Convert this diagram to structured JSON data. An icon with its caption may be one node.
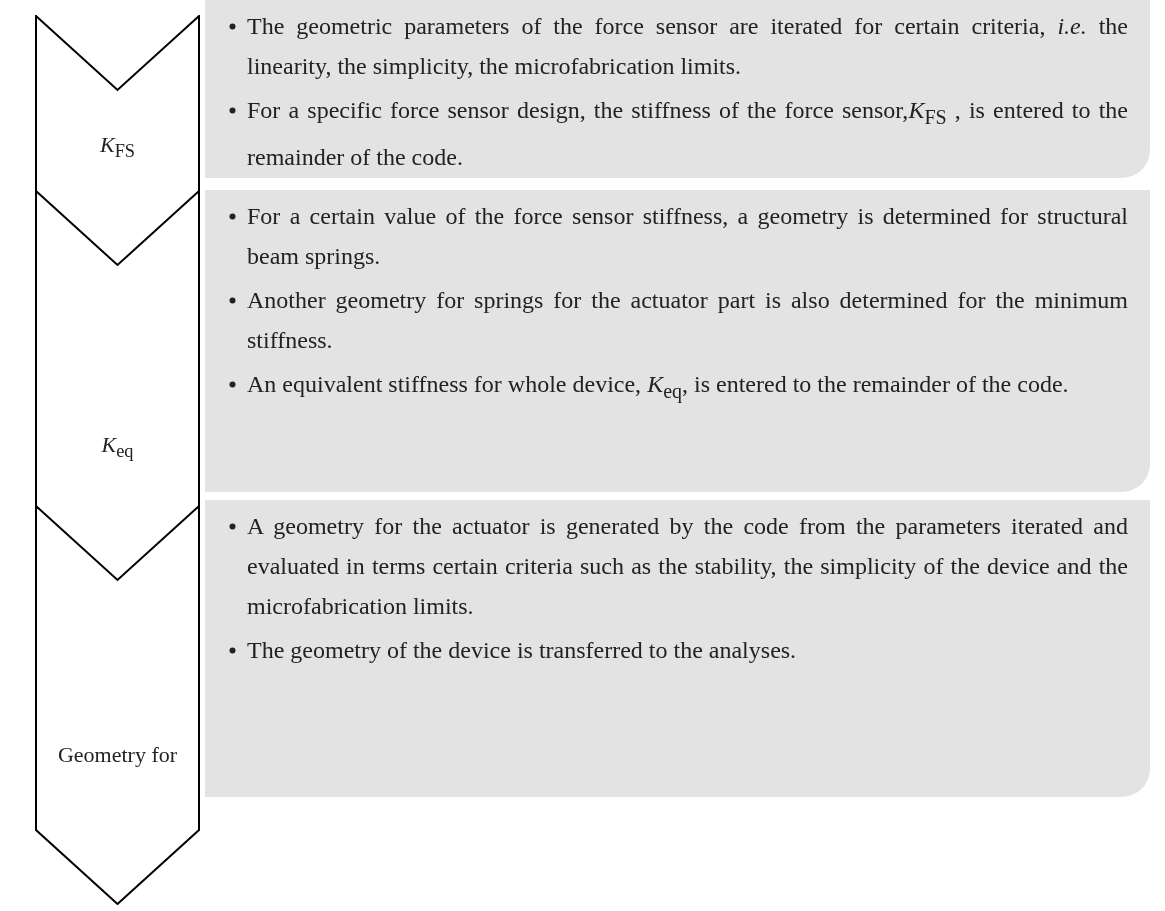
{
  "diagram": {
    "nodes": [
      {
        "text": [
          "*K*$_{FS}$"
        ]
      },
      {
        "text": [
          "The geometric parameters of the force sensor are iterated for certain criteria, *i.e.* the linearity, the simplicity, the microfabrication limits.",
          "For a specific force sensor design, the stiffness of the force sensor,*K*$_{FS}$ , is entered to the remainder of the code."
        ]
      },
      {
        "text": [
          "*K*$_{eq}$"
        ]
      },
      {
        "text": [
          "For a certain value of the force sensor stiffness, a geometry is determined for structural beam springs.",
          "Another geometry for springs for the actuator part is also determined for the minimum stiffness.",
          "An equivalent stiffness for whole device, *K*$_{eq}$, is entered to the remainder of the code."
        ]
      },
      {
        "text": [
          "Geometry for"
        ]
      },
      {
        "text": [
          "A geometry for the actuator is generated by the code from the parameters iterated and evaluated in terms certain criteria such as the stability, the simplicity of the device and the microfabrication limits.",
          "The geometry of the device is transferred to the analyses."
        ]
      }
    ]
  }
}
